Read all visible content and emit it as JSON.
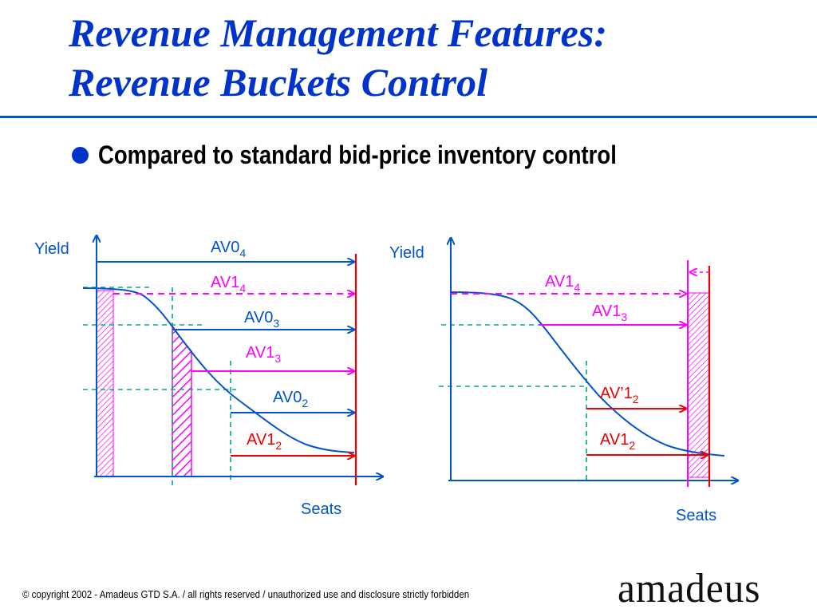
{
  "slide": {
    "title_line1": "Revenue Management Features:",
    "title_line2": "Revenue Buckets Control",
    "bullet": "Compared to standard bid-price inventory control"
  },
  "left_diagram": {
    "y_axis_label": "Yield",
    "x_axis_label": "Seats",
    "labels": [
      {
        "base": "AV0",
        "sub": "4",
        "color": "#0055cc"
      },
      {
        "base": "AV1",
        "sub": "4",
        "color": "#ff00ff"
      },
      {
        "base": "AV0",
        "sub": "3",
        "color": "#0055cc"
      },
      {
        "base": "AV1",
        "sub": "3",
        "color": "#ff00ff"
      },
      {
        "base": "AV0",
        "sub": "2",
        "color": "#0055cc"
      },
      {
        "base": "AV1",
        "sub": "2",
        "color": "#ee0000"
      }
    ]
  },
  "right_diagram": {
    "y_axis_label": "Yield",
    "x_axis_label": "Seats",
    "labels": [
      {
        "base": "AV1",
        "sub": "4",
        "color": "#ff00ff"
      },
      {
        "base": "AV1",
        "sub": "3",
        "color": "#ff00ff"
      },
      {
        "base": "AV’1",
        "sub": "2",
        "color": "#ee0000"
      },
      {
        "base": "AV1",
        "sub": "2",
        "color": "#ee0000"
      }
    ]
  },
  "colors": {
    "blue": "#0055cc",
    "magenta": "#ff00ff",
    "red": "#ee0000",
    "teal": "#00aa88"
  },
  "footer": {
    "copyright": "© copyright 2002 - Amadeus GTD S.A. / all rights reserved / unauthorized use and disclosure strictly forbidden"
  },
  "logo": {
    "text": "amadeus"
  }
}
